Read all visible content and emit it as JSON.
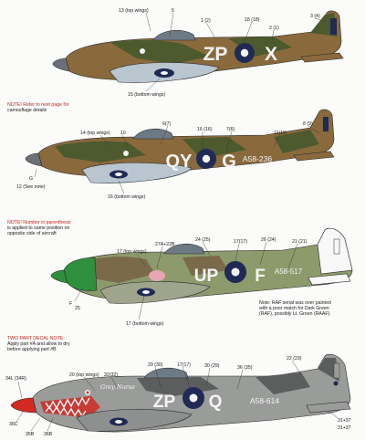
{
  "aircraft_1": {
    "code_left": "ZP",
    "code_right": "X",
    "labels": {
      "top_wings": "13 (top wings)",
      "part_5": "5",
      "part_1": "1 (2)",
      "part_18": "18 (18)",
      "part_2": "2 (1)",
      "part_3": "3 (4)",
      "bottom_wings": "15 (bottom wings)"
    }
  },
  "aircraft_2": {
    "code_left": "QY",
    "code_right": "G",
    "serial": "A58-236",
    "labels": {
      "top_wings": "14 (top wings)",
      "part_10": "10",
      "part_6": "6(7)",
      "part_16": "16 (16)",
      "part_7": "7(6)",
      "part_11": "11(11)",
      "part_8": "8 (9)",
      "part_12": "12 (See note)",
      "part_g": "G",
      "bottom_wings": "16 (bottom wings)"
    }
  },
  "aircraft_3": {
    "code_left": "UP",
    "code_right": "F",
    "serial": "A58-517",
    "labels": {
      "top_wings": "17 (top wings)",
      "part_27": "27A+22B",
      "part_24": "24 (25)",
      "part_17": "17(17)",
      "part_26": "26 (24)",
      "part_21": "21 (21)",
      "part_f": "F",
      "part_25": "25",
      "bottom_wings": "17 (bottom wings)"
    }
  },
  "aircraft_4": {
    "code_left": "ZP",
    "code_right": "Q",
    "serial": "A58-614",
    "nose_art": "Grey Nurse",
    "labels": {
      "top_wings": "20 (top wings)",
      "part_32": "32(32)",
      "part_29": "29 (30)",
      "part_17": "17(17)",
      "part_30": "30 (29)",
      "part_36": "36 (35)",
      "part_22": "22 (23)",
      "part_34": "34L (34R)",
      "part_36c": "36C",
      "part_35b": "35B",
      "part_36b": "36B",
      "part_31": "31+37",
      "part_31b": "31+37"
    }
  },
  "notes": {
    "note_1": [
      "NOTE! Refer to next page for",
      "camouflage details"
    ],
    "note_2": [
      "NOTE! Number in parenthesis",
      "is applied to same position on",
      "opposite side of aircraft"
    ],
    "note_3": [
      "Note: RAF serial was over painted",
      "with a poor match for Dark Green",
      "(RAF), possibly Lt. Green (RAAF)."
    ],
    "note_4": [
      "TWO PART DECAL NOTE:",
      "Apply part #A and allow to dry",
      "before applying part #B"
    ]
  },
  "colors": {
    "dark_earth": "#8a6a3c",
    "dark_green": "#4d5a2e",
    "sky_blue": "#b9c5cf",
    "foliage_green": "#8d9a6c",
    "ocean_grey": "#9a9c9a",
    "roundel_blue": "#1f2a55",
    "nose_green": "#2e8f3c",
    "spinner_red": "#d22a22"
  }
}
